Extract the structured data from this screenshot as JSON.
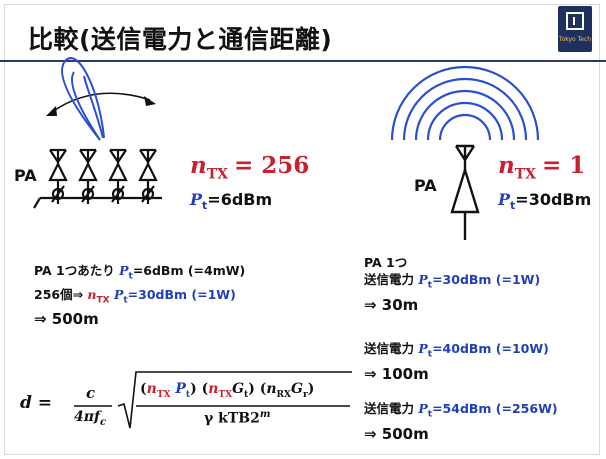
{
  "slide": {
    "title": "比較(送信電力と通信距離)",
    "logo_text": "Tokyo Tech"
  },
  "left": {
    "pa_label": "PA",
    "ntx_symbol": "n",
    "ntx_sub": "TX",
    "ntx_value": "= 256",
    "pt_symbol": "P",
    "pt_sub": "t",
    "pt_value": "=6dBm",
    "line1_prefix": "PA 1つあたり ",
    "line1_suffix": "=6dBm (=4mW)",
    "line2_prefix": "256個⇒ ",
    "line2_suffix": "=30dBm (=1W)",
    "line3": "⇒ 500m"
  },
  "right": {
    "pa_label": "PA",
    "ntx_symbol": "n",
    "ntx_sub": "TX",
    "ntx_value": "= 1",
    "pt_symbol": "P",
    "pt_sub": "t",
    "pt_value": "=30dBm",
    "blocks": [
      {
        "header": "PA 1つ",
        "label": "送信電力 ",
        "value": "=30dBm (=1W)",
        "dist": "⇒ 30m"
      },
      {
        "header": "",
        "label": "送信電力 ",
        "value": "=40dBm (=10W)",
        "dist": "⇒ 100m"
      },
      {
        "header": "",
        "label": "送信電力 ",
        "value": "=54dBm (=256W)",
        "dist": "⇒ 500m"
      }
    ]
  },
  "equation": {
    "lhs": "d =",
    "c": "c",
    "four_pi_f": "4πf",
    "f_sub": "c",
    "num_ntx": "n",
    "num_ntx_sub": "TX",
    "num_pt": "P",
    "num_pt_sub": "t",
    "num_gt": "G",
    "num_gt_sub": "t",
    "num_nrx": "n",
    "num_nrx_sub": "RX",
    "num_gr": "G",
    "num_gr_sub": "r",
    "den": "γ kTB2",
    "den_exp": "m"
  },
  "colors": {
    "red": "#c8202f",
    "blue": "#2140b8",
    "beam": "#2a4fd0",
    "navy": "#1f2f5e"
  }
}
